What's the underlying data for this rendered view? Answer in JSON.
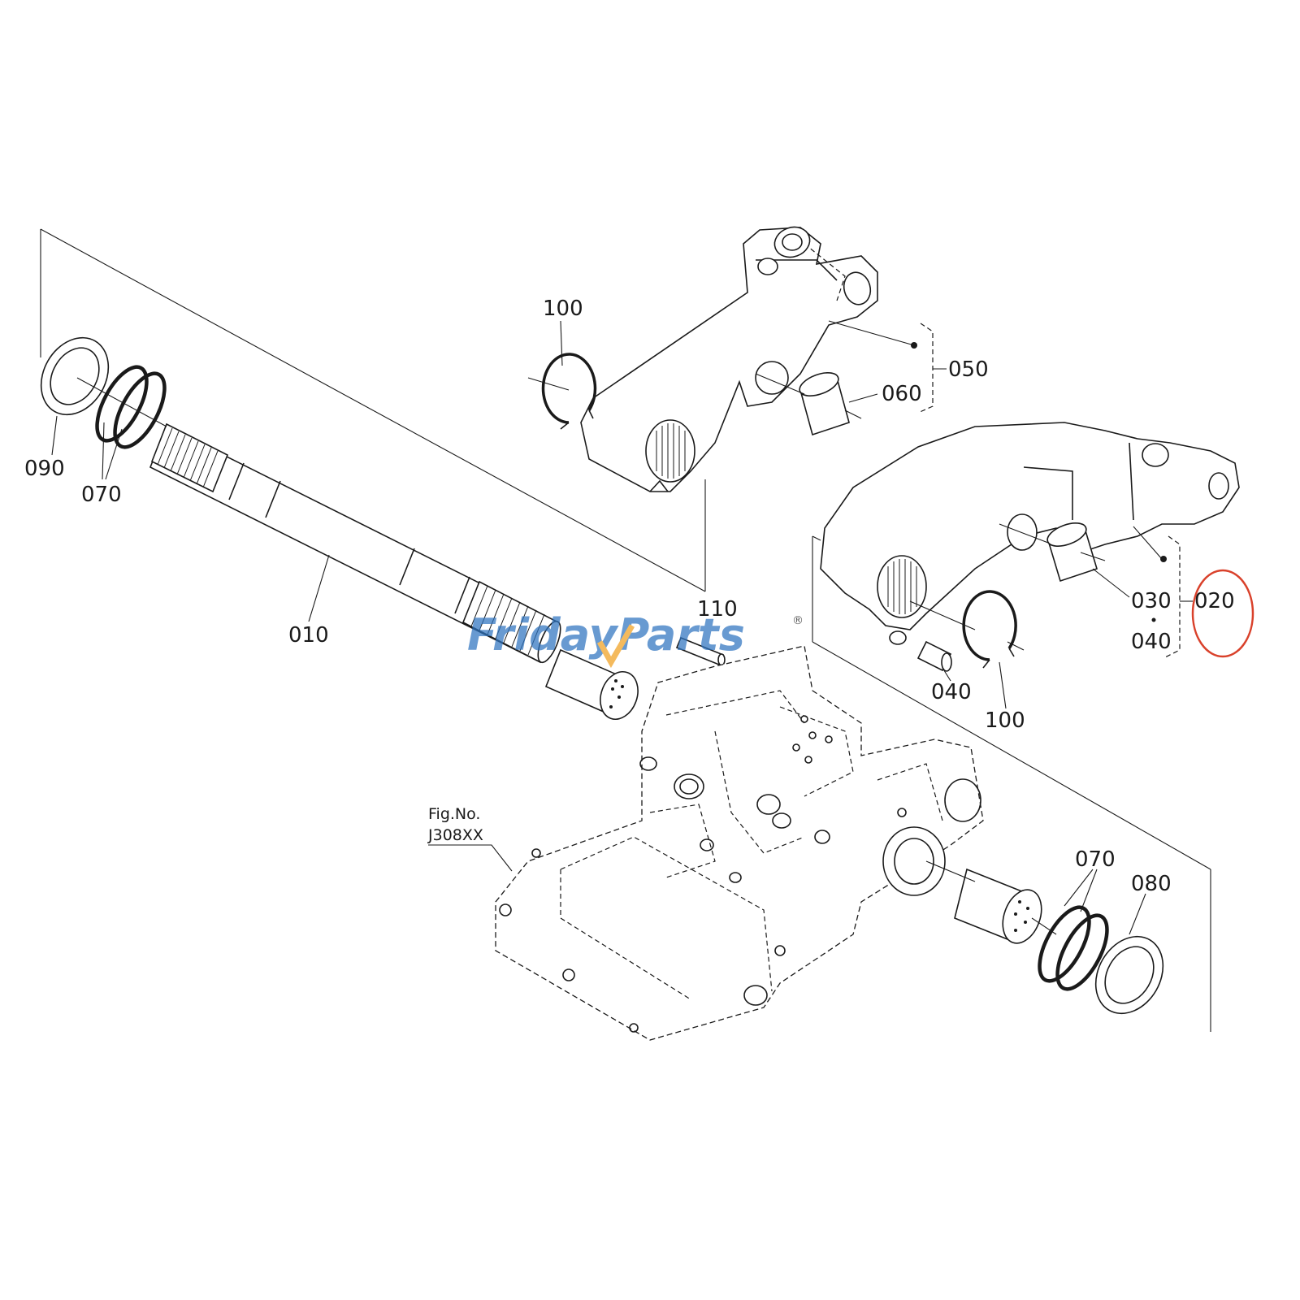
{
  "labels": {
    "p010": "010",
    "p020": "020",
    "p030": "030",
    "p040a": "040",
    "p040b": "040",
    "p050": "050",
    "p060": "060",
    "p070a": "070",
    "p070b": "070",
    "p080": "080",
    "p090": "090",
    "p100a": "100",
    "p100b": "100",
    "p110": "110"
  },
  "figure": {
    "line1": "Fig.No.",
    "line2": "J308XX"
  },
  "watermark": {
    "part1": "Friday",
    "part2": "Parts",
    "mark": "®"
  },
  "colors": {
    "line": "#1a1a1a",
    "highlight": "#d9412b",
    "watermark_blue": "#2f74c0",
    "watermark_orange": "#f0a020"
  }
}
